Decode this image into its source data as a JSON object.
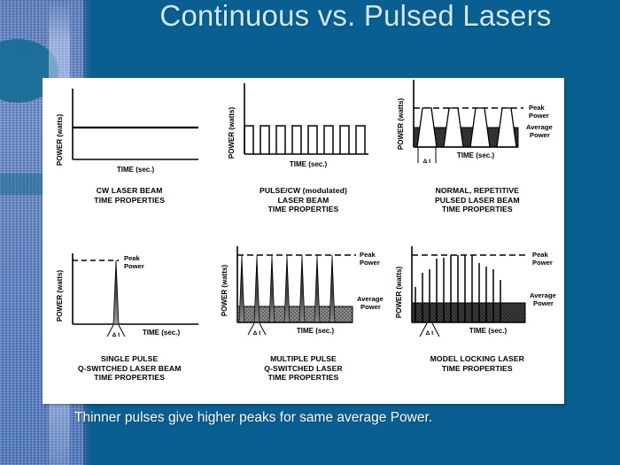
{
  "slide": {
    "title": "Continuous vs. Pulsed Lasers",
    "footer_caption": "Thinner pulses give higher peaks for same average Power.",
    "background_color": "#0a5f92",
    "title_color": "#cfe9f7",
    "card_color": "#ffffff"
  },
  "axes": {
    "y_label": "POWER (watts)",
    "x_label": "TIME (sec.)",
    "peak_label_line1": "Peak",
    "peak_label_line2": "Power",
    "average_label_line1": "Average",
    "average_label_line2": "Power",
    "delta_t": "Δ t"
  },
  "panels": [
    {
      "id": "cw-laser-beam",
      "caption_lines": [
        "CW LASER BEAM",
        "TIME PROPERTIES"
      ],
      "y_label": "POWER (watts)",
      "x_label": "TIME (sec.)",
      "has_peak_line": false,
      "has_average_band": false,
      "has_delta_t": false,
      "pulse_shape": "constant",
      "pulse_count": 0
    },
    {
      "id": "pulse-cw-modulated",
      "caption_lines": [
        "PULSE/CW (modulated)",
        "LASER BEAM",
        "TIME PROPERTIES"
      ],
      "y_label": "POWER (watts)",
      "x_label": "TIME (sec.)",
      "has_peak_line": false,
      "has_average_band": false,
      "has_delta_t": false,
      "pulse_shape": "square",
      "pulse_count": 8
    },
    {
      "id": "normal-repetitive-pulsed",
      "caption_lines": [
        "NORMAL, REPETITIVE",
        "PULSED LASER BEAM",
        "TIME PROPERTIES"
      ],
      "y_label": "POWER (watts)",
      "x_label": "TIME (sec.)",
      "has_peak_line": true,
      "has_average_band": true,
      "has_delta_t": true,
      "pulse_shape": "trapezoid",
      "pulse_count": 4
    },
    {
      "id": "single-pulse-q-switched",
      "caption_lines": [
        "SINGLE PULSE",
        "Q-SWITCHED LASER BEAM",
        "TIME PROPERTIES"
      ],
      "y_label": "POWER (watts)",
      "x_label": "TIME (sec.)",
      "has_peak_line": true,
      "has_average_band": false,
      "has_delta_t": true,
      "pulse_shape": "spike",
      "pulse_count": 1
    },
    {
      "id": "multiple-pulse-q-switched",
      "caption_lines": [
        "MULTIPLE PULSE",
        "Q-SWITCHED LASER",
        "TIME PROPERTIES"
      ],
      "y_label": "POWER (watts)",
      "x_label": "TIME (sec.)",
      "has_peak_line": true,
      "has_average_band": true,
      "has_delta_t": true,
      "pulse_shape": "spike",
      "pulse_count": 7
    },
    {
      "id": "model-locking-laser",
      "caption_lines": [
        "MODEL LOCKING LASER",
        "TIME PROPERTIES"
      ],
      "y_label": "POWER (watts)",
      "x_label": "TIME (sec.)",
      "has_peak_line": true,
      "has_average_band": true,
      "has_delta_t": true,
      "pulse_shape": "thin-spike-envelope",
      "pulse_count": 14
    }
  ],
  "chart_data": {
    "type": "line",
    "title": "Continuous vs. Pulsed Lasers",
    "xlabel": "TIME (sec.)",
    "ylabel": "POWER (watts)",
    "series": [
      {
        "name": "CW LASER BEAM TIME PROPERTIES",
        "shape": "constant",
        "level": 0.42,
        "peak_power": null,
        "average_power": 0.42,
        "pulse_count": 0
      },
      {
        "name": "PULSE/CW (modulated) LASER BEAM TIME PROPERTIES",
        "shape": "square",
        "pulse_count": 8,
        "peak_power": 0.42,
        "duty_cycle": 0.42,
        "average_power": 0.18
      },
      {
        "name": "NORMAL, REPETITIVE PULSED LASER BEAM TIME PROPERTIES",
        "shape": "trapezoid",
        "pulse_count": 4,
        "peak_power": 1.0,
        "average_power": 0.42,
        "pulse_width_fraction": 0.22
      },
      {
        "name": "SINGLE PULSE Q-SWITCHED LASER BEAM TIME PROPERTIES",
        "shape": "spike",
        "pulse_count": 1,
        "peak_power": 1.0,
        "average_power": 0.0,
        "pulse_width_fraction": 0.02
      },
      {
        "name": "MULTIPLE PULSE Q-SWITCHED LASER TIME PROPERTIES",
        "shape": "spike",
        "pulse_count": 7,
        "peak_power": 1.0,
        "average_power": 0.2,
        "pulse_width_fraction": 0.03
      },
      {
        "name": "MODEL LOCKING LASER TIME PROPERTIES",
        "shape": "thin-spike-envelope",
        "pulse_count": 14,
        "peak_power": 1.0,
        "average_power": 0.2,
        "pulse_width_fraction": 0.01,
        "envelope_heights": [
          0.52,
          0.72,
          0.78,
          0.94,
          0.96,
          1.0,
          1.0,
          1.0,
          1.0,
          0.88,
          0.82,
          0.78,
          0.62,
          0.0
        ]
      }
    ],
    "annotations": [
      "Peak Power",
      "Average Power",
      "Δ t"
    ],
    "grid": false,
    "legend": "none"
  }
}
